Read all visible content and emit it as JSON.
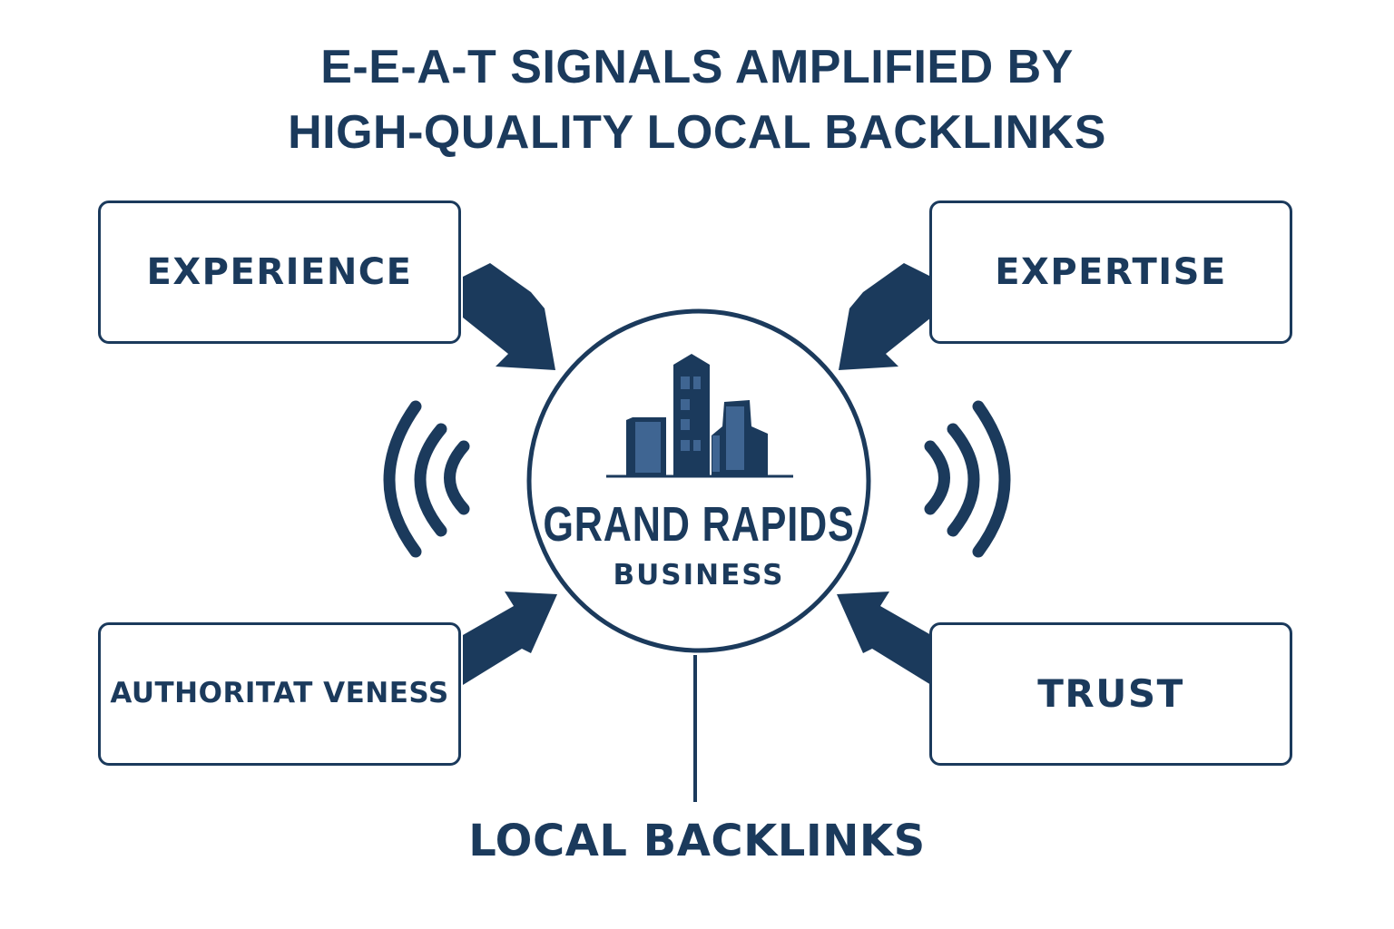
{
  "title": {
    "line1": "E-E-A-T SIGNALS AMPLIFIED BY",
    "line2": "HIGH-QUALITY LOCAL BACKLINKS"
  },
  "signals": [
    {
      "label": "EXPERIENCE",
      "icon": "arrow-icon"
    },
    {
      "label": "EXPERTISE",
      "icon": "arrow-icon"
    },
    {
      "label": "AUTHORITAT VENESS",
      "icon": "arrow-icon"
    },
    {
      "label": "TRUST",
      "icon": "arrow-icon"
    }
  ],
  "center": {
    "name": "GRAND RAPIDS",
    "subtitle": "BUSINESS",
    "icon": "city-skyline-icon"
  },
  "broadcast_icons": [
    "signal-waves-left-icon",
    "signal-waves-right-icon"
  ],
  "bottom_label": "LOCAL BACKLINKS",
  "colors": {
    "primary": "#1b3a5c",
    "building_light": "#3f6592",
    "background": "#ffffff"
  }
}
